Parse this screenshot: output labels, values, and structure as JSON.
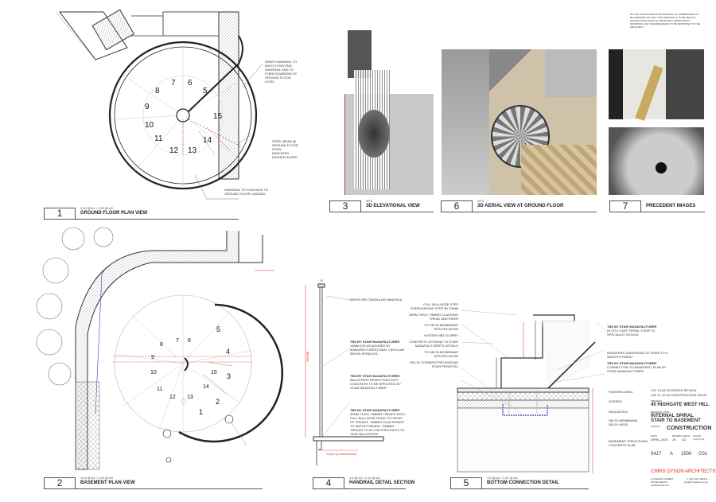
{
  "panels": {
    "p1": {
      "number": "1",
      "scale": "1:10 @ A1  /  1:20 @ A3",
      "name": "GROUND FLOOR PLAN VIEW"
    },
    "p2": {
      "number": "2",
      "scale": "1:10 @ A1  /  1:20 @ A3",
      "name": "BASEMENT PLAN VIEW"
    },
    "p3": {
      "number": "3",
      "scale": "NTS",
      "name": "3D ELEVATIONAL VIEW"
    },
    "p4": {
      "number": "4",
      "scale": "1:5 @ A1  /  1:10 @ A3",
      "name": "HANDRAIL DETAIL SECTION"
    },
    "p5": {
      "number": "5",
      "scale": "1:5 @ A1  /  1:10 @ A3",
      "name": "BOTTOM CONNECTION DETAIL"
    },
    "p6": {
      "number": "6",
      "scale": "NTS",
      "name": "3D AERIAL VIEW AT GROUND FLOOR"
    },
    "p7": {
      "number": "7",
      "scale": "",
      "name": "PRECEDENT IMAGES"
    }
  },
  "ground_steps": [
    "5",
    "6",
    "7",
    "8",
    "9",
    "10",
    "11",
    "12",
    "13",
    "14",
    "15"
  ],
  "basement_steps": [
    "1",
    "2",
    "3",
    "4",
    "5",
    "6",
    "7",
    "8",
    "9",
    "10",
    "11",
    "12",
    "13",
    "14",
    "15"
  ],
  "p1_notes": [
    "INNER HANDRAIL TO MATCH EXISTING HANDRAIL AND TO FORM GUARDING AT GROUND FLOOR LEVEL",
    "STEEL BEAM @ GROUND FLOOR LEVEL INDICATED DASHED IN RED",
    "HANDRAIL TO CONTINUE TO GROUND FLOOR LANDING"
  ],
  "p4_notes": [
    {
      "head": "",
      "body": "BRASS RECTANGULAR HANDRAIL"
    },
    {
      "head": "TBS BY STAIR MANUFACTURER",
      "body": "19mm (OR AS ADVISED BY MANUFACTURER) DIAM. CIRCULAR BRASS SPINDLES."
    },
    {
      "head": "TBS BY STAIR MANUFACTURER",
      "body": "BALUSTERS RESIN FIXED INTO CONCRETE TO BE SPECIFIED BY STAIR MANUFACTURER"
    },
    {
      "head": "TBS BY STAIR MANUFACTURER",
      "body": "20MM THICK TIMBER TREADS WITH FULL BULLNOSE EDGE TO FRONT OF TREADS. TIMBER CLAD RISERS TO MATCH TREADS. TIMBER TREADS TO ALLOW FOR HOLES TO TAKE BALUSTERS."
    }
  ],
  "p4_dims": {
    "height": "900 MIN",
    "rail": "50",
    "base": "25 (tbc by manufacturer)"
  },
  "p5_left_notes": [
    "FULL BULLNOSE STEP OVERHANGING STEP BY 20MM",
    "20MM THICK TIMBER CLADDING TREAD AND RISER",
    "TO DELTA MEMBRANE SPECIFICATION",
    "KOSTER NB1 SLURRY",
    "CONCRETE UPSTAND TO STAIR MANUFACTURER'S DETAILS",
    "TO DELTA MEMBRANE SPECIFICATION",
    "DELTA CORNERSTRIP AROUND STAIR PEDESTAL"
  ],
  "p5_right_notes": [
    {
      "head": "TBS BY STAIR MANUFACTURER",
      "body": "IN SITU CAST SPIRAL STAIR TO SPECIALIST DESIGN"
    },
    {
      "head": "",
      "body": "RENDERED UNDERSIDE OF STAIR TO A SMOOTH FINISH"
    },
    {
      "head": "TBS BY STAIR MANUFACTURER",
      "body": "CONNECTION TO BASEMENT SLAB BY STAIR MANUFACTURER"
    }
  ],
  "p5_layers": [
    "FINISHES AREA",
    "SCREED",
    "INSULATION",
    "DELTA MEMBRANE DELTA-MS20",
    "BASEMENT STRUCTURAL CONCRETE SLAB"
  ],
  "title_block": {
    "revisions": [
      "C01  15.06.20  DESIGN REVIEW",
      "C02  17.10.20  CONSTRUCTION ISSUE"
    ],
    "project_label": "PROJECT",
    "project": "45 HIGHGATE WEST HILL",
    "drawing_label": "DRAWING TITLE",
    "drawing_title": "INTERNAL SPIRAL STAIR TO BASEMENT",
    "status_label": "STATUS",
    "status": "CONSTRUCTION",
    "date_label": "DATE",
    "date": "APRIL 2020",
    "drawn_label": "DRAWN",
    "drawn": "JK",
    "check_label": "CHECK",
    "check": "CD",
    "scale_label": "SCALE",
    "scale": "1:10 @ A1",
    "project_no": "0417",
    "series": "A",
    "number": "1500",
    "revision": "C01",
    "firm": "CHRIS DYSON ARCHITECTS",
    "address": "1 FASHION STREET SPITALFIELDS LONDON E1 6LY",
    "contact": "T: 020 7247 1816 E: info@chrisdyson.co.uk"
  },
  "general_notes": "DO NOT SCALE FROM THIS DRAWING. ALL DIMENSIONS TO BE CHECKED ON SITE. THIS DRAWING IS TO BE READ IN CONJUNCTION WITH ALL RELEVANT CONSULTANTS DRAWINGS. ANY DISCREPANCIES TO BE REPORTED TO THE ARCHITECT.",
  "colors": {
    "dim": "#d03030",
    "brand": "#d42a2a",
    "membrane": "#2a3fb0"
  }
}
